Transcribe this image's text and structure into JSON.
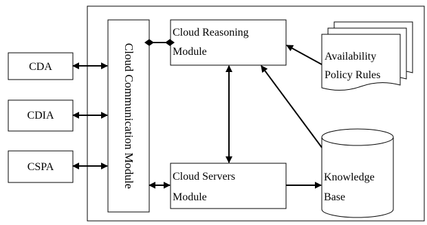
{
  "external_agents": [
    {
      "id": "cda",
      "label": "CDA"
    },
    {
      "id": "cdia",
      "label": "CDIA"
    },
    {
      "id": "cspa",
      "label": "CSPA"
    }
  ],
  "communication_module": {
    "label": "Cloud Communication Module"
  },
  "reasoning_module": {
    "line1": "Cloud Reasoning",
    "line2": "Module"
  },
  "servers_module": {
    "line1": "Cloud Servers",
    "line2": "Module"
  },
  "policy_rules": {
    "line1": "Availability",
    "line2": "Policy Rules"
  },
  "knowledge_base": {
    "line1": "Knowledge",
    "line2": "Base"
  },
  "colors": {
    "stroke": "#000000",
    "background": "#ffffff"
  }
}
